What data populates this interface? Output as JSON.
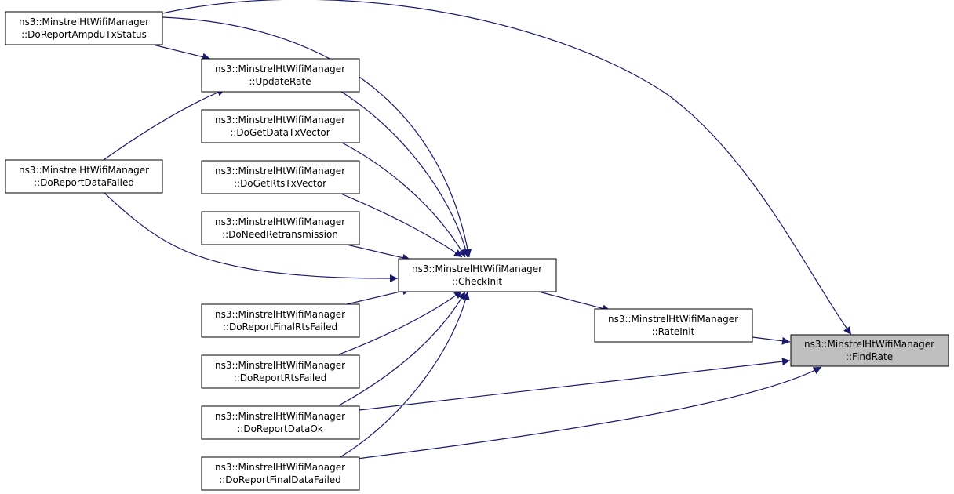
{
  "diagram": {
    "colors": {
      "edge": "#191970",
      "node_fill": "#ffffff",
      "highlight_fill": "#bfbfbf",
      "border": "#000000"
    },
    "nodes": [
      {
        "id": "ampdu",
        "line1": "ns3::MinstrelHtWifiManager",
        "line2": "::DoReportAmpduTxStatus"
      },
      {
        "id": "update",
        "line1": "ns3::MinstrelHtWifiManager",
        "line2": "::UpdateRate"
      },
      {
        "id": "getdata",
        "line1": "ns3::MinstrelHtWifiManager",
        "line2": "::DoGetDataTxVector"
      },
      {
        "id": "datafail",
        "line1": "ns3::MinstrelHtWifiManager",
        "line2": "::DoReportDataFailed"
      },
      {
        "id": "getrts",
        "line1": "ns3::MinstrelHtWifiManager",
        "line2": "::DoGetRtsTxVector"
      },
      {
        "id": "needretx",
        "line1": "ns3::MinstrelHtWifiManager",
        "line2": "::DoNeedRetransmission"
      },
      {
        "id": "checkinit",
        "line1": "ns3::MinstrelHtWifiManager",
        "line2": "::CheckInit"
      },
      {
        "id": "finalrts",
        "line1": "ns3::MinstrelHtWifiManager",
        "line2": "::DoReportFinalRtsFailed"
      },
      {
        "id": "rateinit",
        "line1": "ns3::MinstrelHtWifiManager",
        "line2": "::RateInit"
      },
      {
        "id": "findrate",
        "line1": "ns3::MinstrelHtWifiManager",
        "line2": "::FindRate",
        "highlight": true
      },
      {
        "id": "rtsfail",
        "line1": "ns3::MinstrelHtWifiManager",
        "line2": "::DoReportRtsFailed"
      },
      {
        "id": "dataok",
        "line1": "ns3::MinstrelHtWifiManager",
        "line2": "::DoReportDataOk"
      },
      {
        "id": "finaldata",
        "line1": "ns3::MinstrelHtWifiManager",
        "line2": "::DoReportFinalDataFailed"
      }
    ],
    "edges": [
      {
        "id": "ampdu-findrate",
        "from": "ampdu",
        "to": "findrate"
      },
      {
        "id": "ampdu-update",
        "from": "ampdu",
        "to": "update"
      },
      {
        "id": "ampdu-checkinit",
        "from": "ampdu",
        "to": "checkinit"
      },
      {
        "id": "update-checkinit",
        "from": "update",
        "to": "checkinit"
      },
      {
        "id": "datafail-update",
        "from": "datafail",
        "to": "update"
      },
      {
        "id": "getdata-checkinit",
        "from": "getdata",
        "to": "checkinit"
      },
      {
        "id": "getrts-checkinit",
        "from": "getrts",
        "to": "checkinit"
      },
      {
        "id": "needretx-checkinit",
        "from": "needretx",
        "to": "checkinit"
      },
      {
        "id": "datafail-checkinit",
        "from": "datafail",
        "to": "checkinit"
      },
      {
        "id": "finalrts-checkinit",
        "from": "finalrts",
        "to": "checkinit"
      },
      {
        "id": "rtsfail-checkinit",
        "from": "rtsfail",
        "to": "checkinit"
      },
      {
        "id": "dataok-checkinit",
        "from": "dataok",
        "to": "checkinit"
      },
      {
        "id": "finaldata-checkinit",
        "from": "finaldata",
        "to": "checkinit"
      },
      {
        "id": "checkinit-rateinit",
        "from": "checkinit",
        "to": "rateinit"
      },
      {
        "id": "rateinit-findrate",
        "from": "rateinit",
        "to": "findrate"
      },
      {
        "id": "dataok-findrate",
        "from": "dataok",
        "to": "findrate"
      },
      {
        "id": "finaldata-findrate",
        "from": "finaldata",
        "to": "findrate"
      }
    ]
  }
}
